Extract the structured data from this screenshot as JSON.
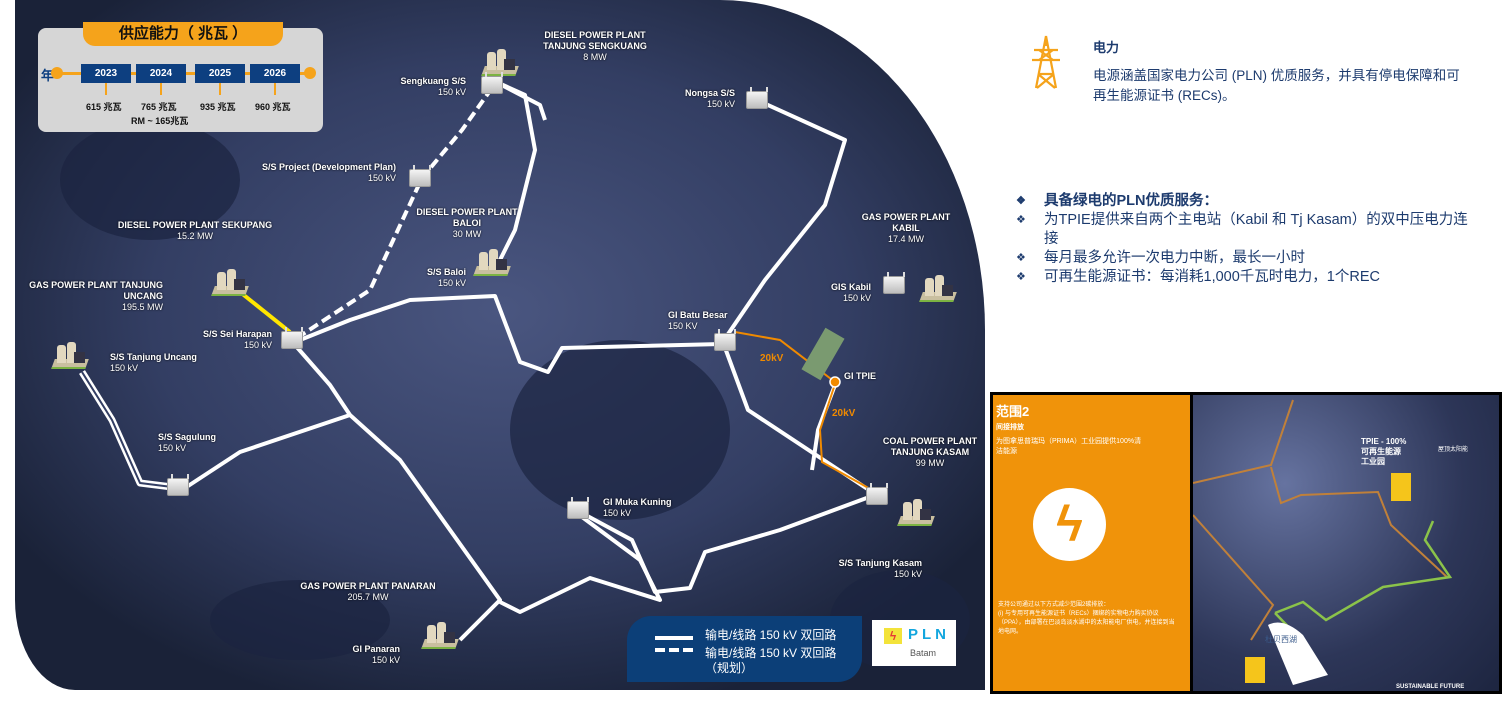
{
  "supply": {
    "title": "供应能力（ 兆瓦 ）",
    "axis_label": "年",
    "years": [
      {
        "year": "2023",
        "value": "615 兆瓦"
      },
      {
        "year": "2024",
        "value": "765 兆瓦",
        "note": "RM ~ 165兆瓦"
      },
      {
        "year": "2025",
        "value": "935 兆瓦"
      },
      {
        "year": "2026",
        "value": "960 兆瓦"
      }
    ]
  },
  "map": {
    "labels": [
      {
        "title": "DIESEL POWER PLANT\nTANJUNG SENGKUANG",
        "sub": "8 MW"
      },
      {
        "title": "Sengkuang S/S",
        "sub": "150 kV"
      },
      {
        "title": "Nongsa S/S",
        "sub": "150 kV"
      },
      {
        "title": "S/S Project (Development Plan)",
        "sub": "150 kV"
      },
      {
        "title": "DIESEL POWER PLANT\nBALOI",
        "sub": "30 MW"
      },
      {
        "title": "S/S Baloi",
        "sub": "150 kV"
      },
      {
        "title": "DIESEL POWER PLANT SEKUPANG",
        "sub": "15.2 MW"
      },
      {
        "title": "GAS POWER PLANT TANJUNG\nUNCANG",
        "sub": "195.5 MW"
      },
      {
        "title": "S/S Sei Harapan",
        "sub": "150 kV"
      },
      {
        "title": "S/S Tanjung Uncang",
        "sub": "150 kV"
      },
      {
        "title": "S/S Sagulung",
        "sub": "150 kV"
      },
      {
        "title": "GAS POWER PLANT\nKABIL",
        "sub": "17.4 MW"
      },
      {
        "title": "GIS Kabil",
        "sub": "150 kV"
      },
      {
        "title": "GI Batu Besar",
        "sub": "150 KV"
      },
      {
        "title": "GI TPIE",
        "sub": ""
      },
      {
        "title": "COAL POWER PLANT\nTANJUNG KASAM",
        "sub": "99 MW"
      },
      {
        "title": "GI Muka Kuning",
        "sub": "150 kV"
      },
      {
        "title": "S/S Tanjung Kasam",
        "sub": "150 kV"
      },
      {
        "title": "GAS POWER PLANT PANARAN",
        "sub": "205.7 MW"
      },
      {
        "title": "GI Panaran",
        "sub": "150 kV"
      }
    ],
    "kv_labels": [
      "20kV",
      "20kV"
    ]
  },
  "legend": {
    "solid": "输电/线路 150 kV 双回路",
    "dashed": "输电/线路 150 kV 双回路\n（规划）"
  },
  "pln": {
    "name": "PLN",
    "region": "Batam"
  },
  "power": {
    "heading": "电力",
    "description": "电源涵盖国家电力公司 (PLN) 优质服务，并具有停电保障和可再生能源证书 (RECs)。"
  },
  "bullets": [
    "具备绿电的PLN优质服务：",
    "为TPIE提供来自两个主电站（Kabil 和 Tj Kasam）的双中压电力连接",
    "每月最多允许一次电力中断，最长一小时",
    "可再生能源证书：每消耗1,000千瓦时电力，1个REC"
  ],
  "inset": {
    "title": "范围2",
    "subtitle": "间接排放",
    "intro": "为图拿思普瑞玛（PRIMA）工业园提供100%清洁能源",
    "body": "支持公司通过以下方式减少范围2碳排放：\n(i) 与专用可再生能源证书（RECs）捆绑的实物电力购买协议（PPA），由部署在巴淡岛淡水湖中的太阳能电厂供电，并连接到当地电网。",
    "map_label_tpie": "TPIE - 100%\n可再生能源\n工业园",
    "map_label_lake": "杜贝西湖",
    "map_label_solar": "屋顶太阳能",
    "footer": "SUSTAINABLE FUTURE"
  },
  "colors": {
    "accent": "#f5a31b",
    "navy": "#0c3f78",
    "text": "#1d3b6e",
    "line20kv": "#f08a00",
    "inset_orange": "#f0930a"
  }
}
